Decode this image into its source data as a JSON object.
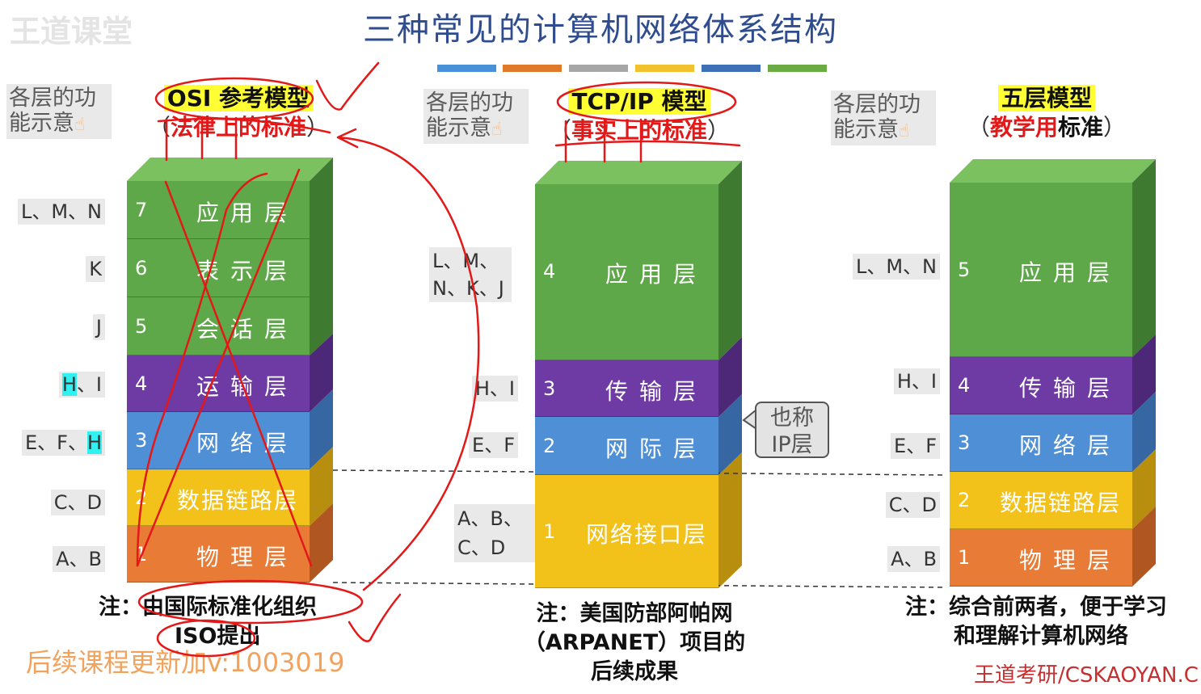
{
  "watermark": "王道课堂",
  "page_title": "三种常见的计算机网络体系结构",
  "colors": {
    "title": "#2e4c8e",
    "strip": [
      "#4a90d9",
      "#e07a2a",
      "#a6a6a6",
      "#f2c12e",
      "#3f6fb6",
      "#6aab44"
    ],
    "layer_green": "#5fa84a",
    "layer_purple": "#6e3aa3",
    "layer_blue": "#4f8fd6",
    "layer_yellow": "#f2c21b",
    "layer_orange": "#e87b35",
    "annotation_red": "#e31919"
  },
  "hint_text": "各层的功能示意",
  "hand_icon": "pointing-hand-icon",
  "osi": {
    "title": "OSI 参考模型",
    "subtitle_open": "（",
    "subtitle_red": "法律上的标准",
    "subtitle_close": "）",
    "layers": [
      {
        "num": "7",
        "name": "应用层",
        "tag": "L、M、N"
      },
      {
        "num": "6",
        "name": "表示层",
        "tag": "K"
      },
      {
        "num": "5",
        "name": "会话层",
        "tag": "J"
      },
      {
        "num": "4",
        "name": "运输层",
        "tag_hl": "H",
        "tag_rest": "、I"
      },
      {
        "num": "3",
        "name": "网络层",
        "tag_rest": "E、F、",
        "tag_hl": "H"
      },
      {
        "num": "2",
        "name": "数据链路层",
        "tag": "C、D"
      },
      {
        "num": "1",
        "name": "物理层",
        "tag": "A、B"
      }
    ],
    "note_line1": "注：由国际标准化组织",
    "note_line2": "ISO提出"
  },
  "tcpip": {
    "title": "TCP/IP 模型",
    "subtitle_open": "（",
    "subtitle_red": "事实上的标准",
    "subtitle_close": "）",
    "layers": [
      {
        "num": "4",
        "name": "应用层",
        "tag": "L、M、N、K、J"
      },
      {
        "num": "3",
        "name": "传输层",
        "tag": "H、I"
      },
      {
        "num": "2",
        "name": "网际层",
        "tag": "E、F"
      },
      {
        "num": "1",
        "name": "网络接口层",
        "tag": "A、B、C、D"
      }
    ],
    "tag_app_line1": "L、M、",
    "tag_app_line2": "N、K、J",
    "tag_phy_line1": "A、B、",
    "tag_phy_line2": "C、D",
    "bubble_line1": "也称",
    "bubble_line2": "IP层",
    "note_line1": "注：美国防部阿帕网",
    "note_line2": "（ARPANET）项目的",
    "note_line3": "后续成果"
  },
  "five": {
    "title": "五层模型",
    "subtitle_open": "（",
    "subtitle_red": "教学用",
    "subtitle_rest": "标准",
    "subtitle_close": "）",
    "layers": [
      {
        "num": "5",
        "name": "应用层",
        "tag": "L、M、N"
      },
      {
        "num": "4",
        "name": "传输层",
        "tag": "H、I"
      },
      {
        "num": "3",
        "name": "网络层",
        "tag": "E、F"
      },
      {
        "num": "2",
        "name": "数据链路层",
        "tag": "C、D"
      },
      {
        "num": "1",
        "name": "物理层",
        "tag": "A、B"
      }
    ],
    "note_line1": "注：综合前两者，便于学习",
    "note_line2": "和理解计算机网络"
  },
  "promo_text": "后续课程更新加v:1003019",
  "brand_text": "王道考研/CSKAOYAN.C"
}
